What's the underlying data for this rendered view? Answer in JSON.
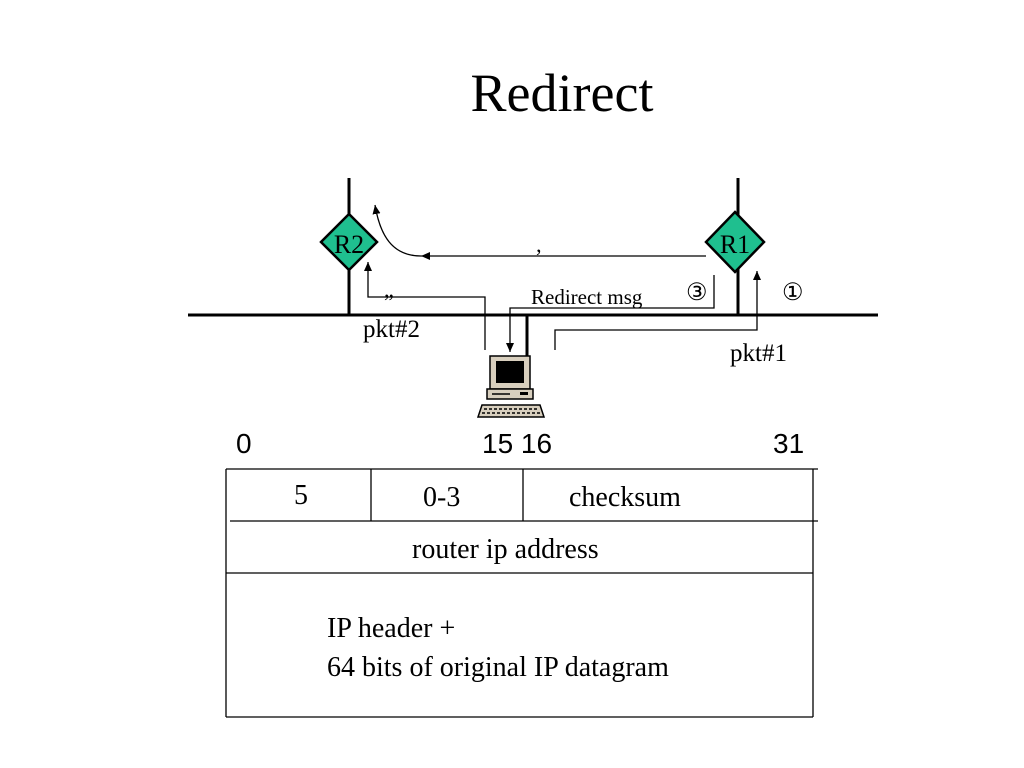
{
  "title": "Redirect",
  "network": {
    "router_r1": "R1",
    "router_r2": "R2",
    "step_mark_1": "①",
    "step_mark_2": "‚",
    "step_mark_3": "③",
    "step_mark_2b": "„",
    "redirect_msg": "Redirect msg",
    "pkt1": "pkt#1",
    "pkt2": "pkt#2",
    "router_color": "#1fbf8f"
  },
  "format": {
    "bit_0": "0",
    "bit_15_16": "15 16",
    "bit_31": "31",
    "type_value": "5",
    "code_value": "0-3",
    "checksum": "checksum",
    "router_ip": "router ip address",
    "data_line1": "IP header +",
    "data_line2": "64 bits of original IP datagram"
  }
}
